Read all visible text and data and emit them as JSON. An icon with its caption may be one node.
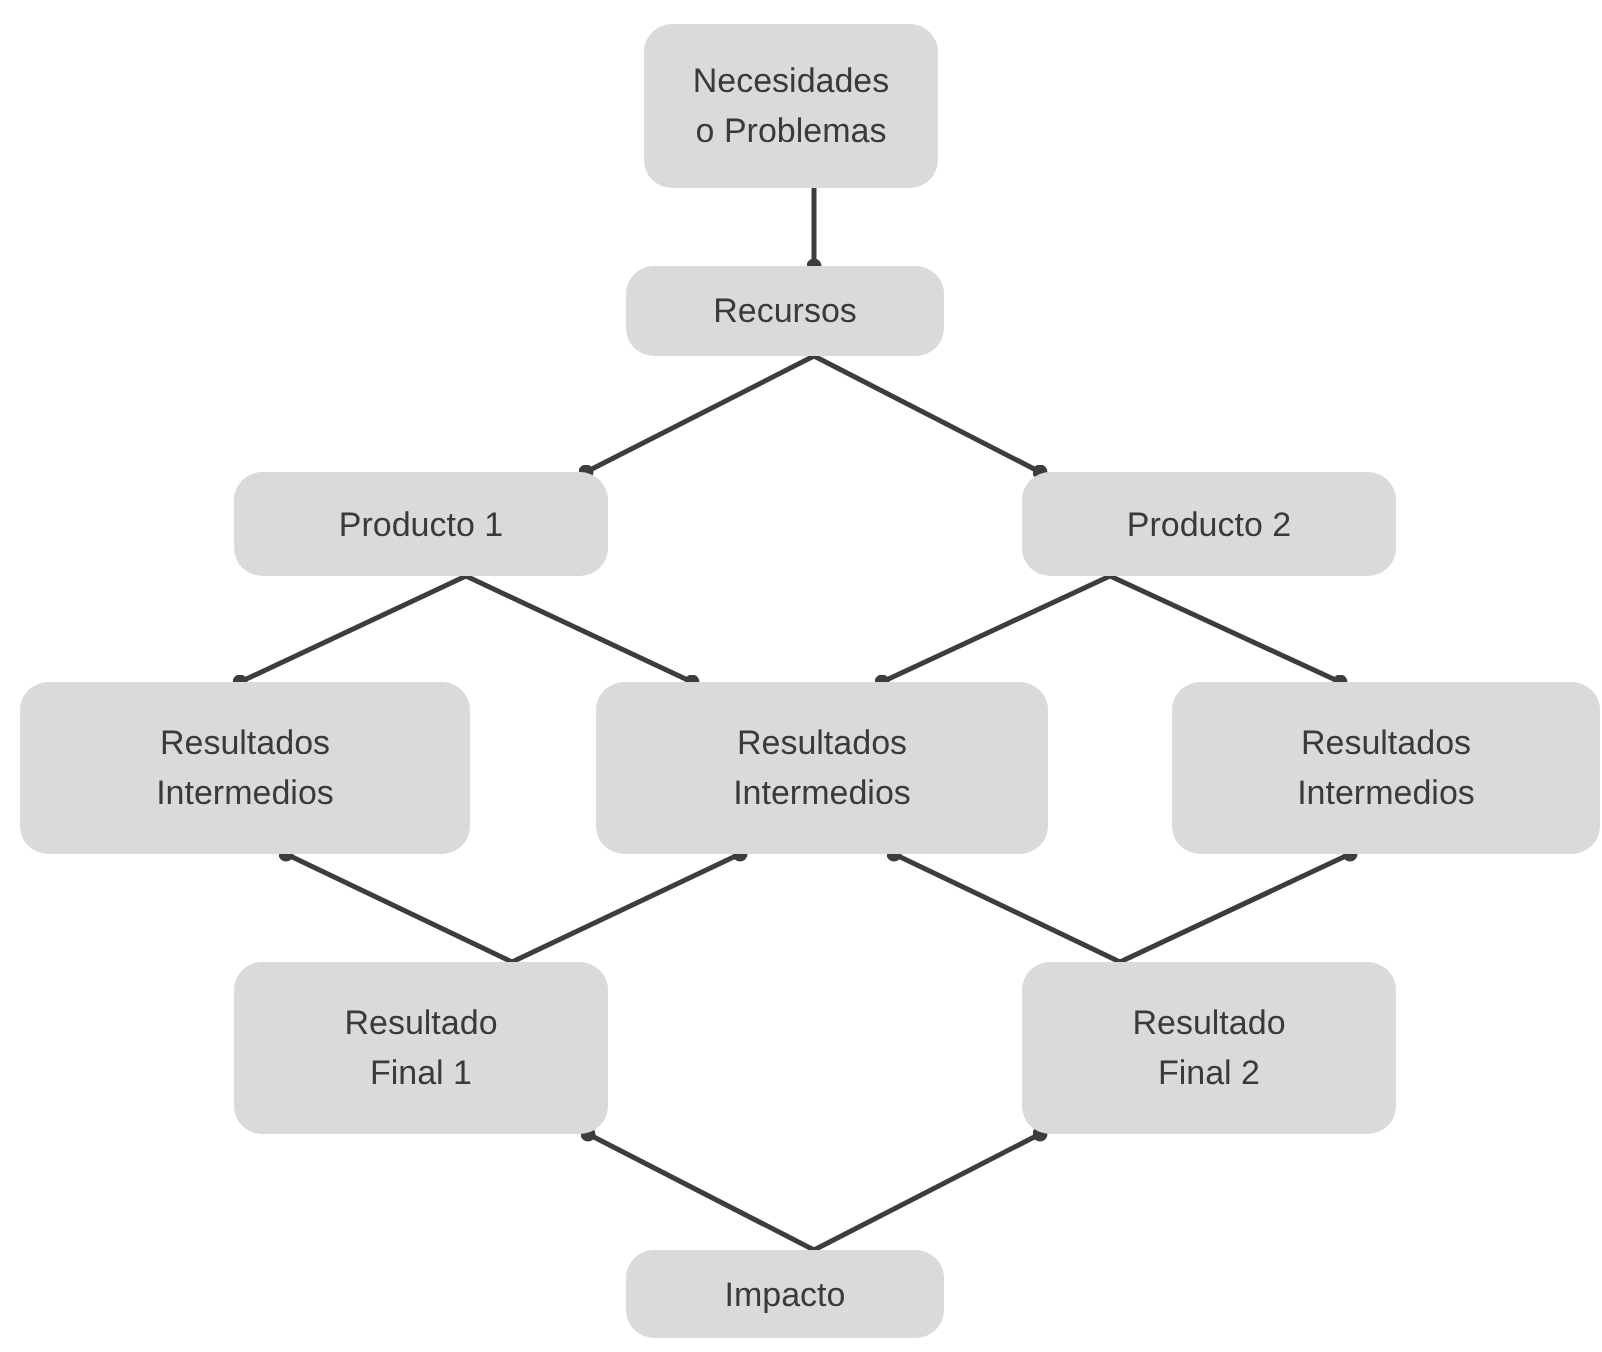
{
  "diagram": {
    "nodes": [
      {
        "text": [
          "Necesidades o Problemas"
        ]
      },
      {
        "text": [
          "Recursos"
        ]
      },
      {
        "text": [
          "Producto 1"
        ]
      },
      {
        "text": [
          "Producto 2"
        ]
      },
      {
        "text": [
          "Resultados Intermedios"
        ]
      },
      {
        "text": [
          "Resultados Intermedios"
        ]
      },
      {
        "text": [
          "Resultados Intermedios"
        ]
      },
      {
        "text": [
          "Resultado Final 1"
        ]
      },
      {
        "text": [
          "Resultado Final 2"
        ]
      },
      {
        "text": [
          "Impacto"
        ]
      }
    ],
    "edges": [
      {
        "from": 0,
        "to": 1,
        "arrow": "other"
      },
      {
        "from": 1,
        "to": 2,
        "arrow": "other"
      },
      {
        "from": 1,
        "to": 3,
        "arrow": "other"
      },
      {
        "from": 2,
        "to": 4,
        "arrow": "other"
      },
      {
        "from": 2,
        "to": 5,
        "arrow": "other"
      },
      {
        "from": 3,
        "to": 5,
        "arrow": "other"
      },
      {
        "from": 3,
        "to": 6,
        "arrow": "other"
      },
      {
        "from": 4,
        "to": 7,
        "arrow": "other"
      },
      {
        "from": 5,
        "to": 7,
        "arrow": "other"
      },
      {
        "from": 5,
        "to": 8,
        "arrow": "other"
      },
      {
        "from": 6,
        "to": 8,
        "arrow": "other"
      },
      {
        "from": 7,
        "to": 9,
        "arrow": "other"
      },
      {
        "from": 8,
        "to": 9,
        "arrow": "other"
      }
    ]
  }
}
